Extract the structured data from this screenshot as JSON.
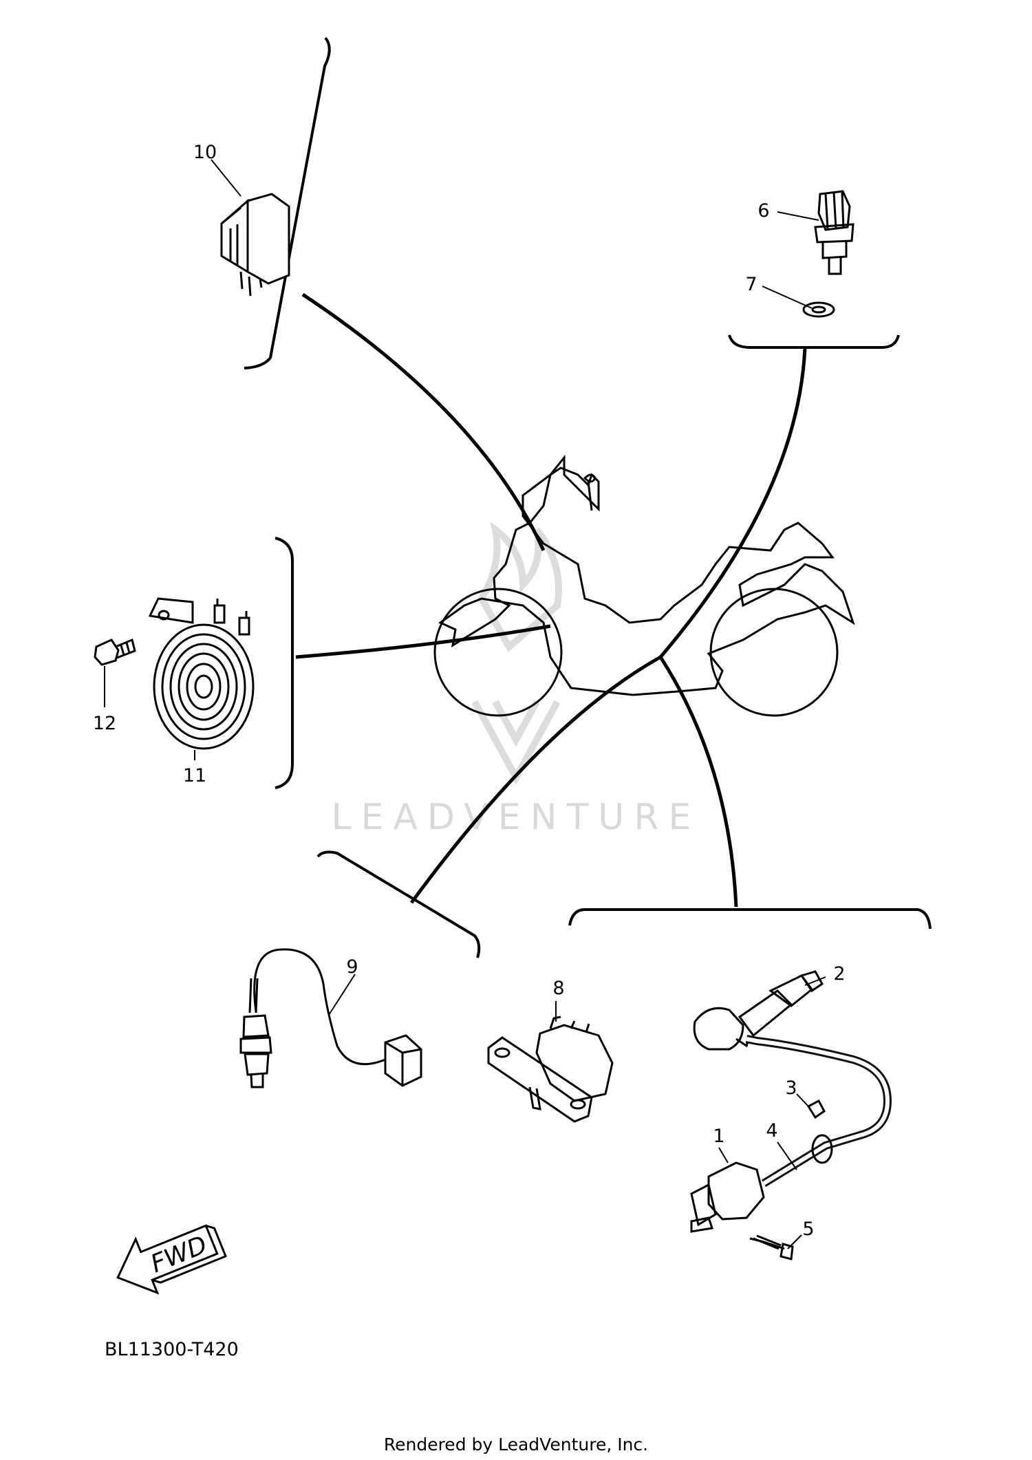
{
  "diagram": {
    "parts": [
      {
        "id": "1",
        "label": "1"
      },
      {
        "id": "2",
        "label": "2"
      },
      {
        "id": "3",
        "label": "3"
      },
      {
        "id": "4",
        "label": "4"
      },
      {
        "id": "5",
        "label": "5"
      },
      {
        "id": "6",
        "label": "6"
      },
      {
        "id": "7",
        "label": "7"
      },
      {
        "id": "8",
        "label": "8"
      },
      {
        "id": "9",
        "label": "9"
      },
      {
        "id": "10",
        "label": "10"
      },
      {
        "id": "11",
        "label": "11"
      },
      {
        "id": "12",
        "label": "12"
      }
    ],
    "fwd_label": "FWD",
    "diagram_code": "BL11300-T420",
    "watermark": "LEADVENTURE",
    "footer": "Rendered by LeadVenture, Inc.",
    "colors": {
      "ink": "#000000",
      "watermark": "#d9d9d9",
      "background": "#ffffff"
    }
  }
}
